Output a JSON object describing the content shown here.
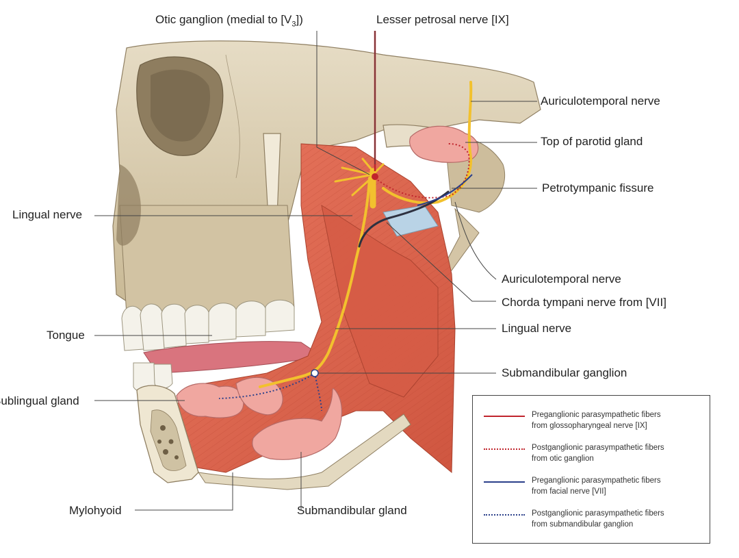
{
  "labels": {
    "otic_ganglion": "Otic ganglion (medial to [V",
    "otic_ganglion_sub": "3",
    "otic_ganglion_end": "])",
    "lesser_petrosal": "Lesser petrosal nerve [IX]",
    "auriculotemporal_top": "Auriculotemporal nerve",
    "top_parotid": "Top of parotid gland",
    "petrotympanic": "Petrotympanic fissure",
    "lingual_upper": "Lingual nerve",
    "auriculotemporal_lower": "Auriculotemporal nerve",
    "chorda_tympani": "Chorda tympani nerve from [VII]",
    "lingual_lower": "Lingual nerve",
    "tongue": "Tongue",
    "submandibular_ganglion": "Submandibular ganglion",
    "sublingual_gland": "Sublingual gland",
    "mylohyoid": "Mylohyoid",
    "submandibular_gland": "Submandibular gland"
  },
  "legend": [
    {
      "style": "solid",
      "color": "#c0242c",
      "line1": "Preganglionic parasympathetic fibers",
      "line2": "from glossopharyngeal nerve [IX]"
    },
    {
      "style": "dotted",
      "color": "#c0242c",
      "line1": "Postganglionic parasympathetic fibers",
      "line2": "from otic ganglion"
    },
    {
      "style": "solid",
      "color": "#2a3f8a",
      "line1": "Preganglionic parasympathetic fibers",
      "line2": "from facial nerve [VII]"
    },
    {
      "style": "dotted",
      "color": "#2a3f8a",
      "line1": "Postganglionic parasympathetic fibers",
      "line2": "from submandibular ganglion"
    }
  ],
  "colors": {
    "bone": "#d9cdb3",
    "bone_shadow": "#b5a587",
    "muscle": "#e0654f",
    "gland": "#f0a7a0",
    "nerve": "#f2c12e",
    "tooth": "#f4f2ea"
  }
}
